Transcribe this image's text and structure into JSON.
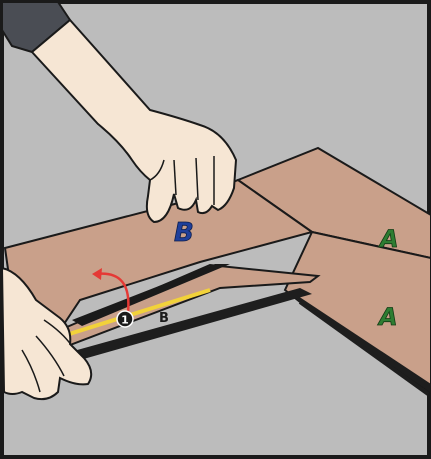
{
  "labels": {
    "board_hand": "B",
    "board_a_top": "A",
    "board_a_bottom": "A",
    "board_b_small": "B",
    "step_number": "1"
  },
  "colors": {
    "background": "#bcbcbc",
    "board_face": "#c9a08a",
    "board_edge": "#1e1e1e",
    "skin": "#f6e6d4",
    "outline": "#1a1a1a",
    "sleeve": "#4a4d54",
    "label_green": "#2e7d32",
    "label_blue": "#1f3f9a",
    "arrow_red": "#e53935",
    "strip_yellow": "#f2d23a"
  },
  "icons": {
    "rotate_arrow": "curved-arrow-icon",
    "step_marker": "numbered-circle-icon"
  }
}
